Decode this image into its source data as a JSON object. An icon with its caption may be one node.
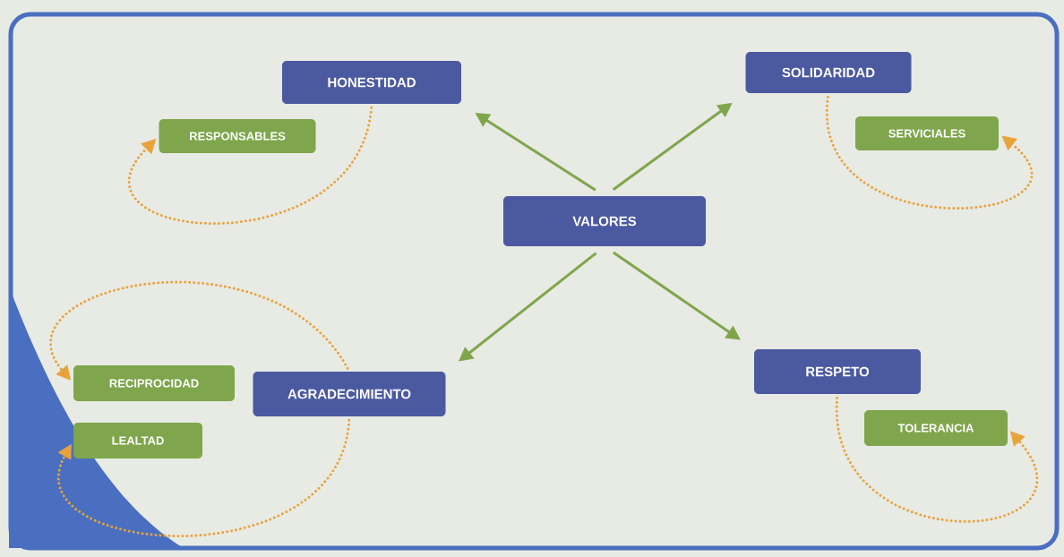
{
  "diagram": {
    "nodes": [
      {
        "text": [
          "VALORES"
        ]
      },
      {
        "text": [
          "HONESTIDAD"
        ]
      },
      {
        "text": [
          "RESPONSABLES"
        ]
      },
      {
        "text": [
          "SOLIDARIDAD"
        ]
      },
      {
        "text": [
          "SERVICIALES"
        ]
      },
      {
        "text": [
          "AGRADECIMIENTO"
        ]
      },
      {
        "text": [
          "RECIPROCIDAD"
        ]
      },
      {
        "text": [
          "LEALTAD"
        ]
      },
      {
        "text": [
          "RESPETO"
        ]
      },
      {
        "text": [
          "TOLERANCIA"
        ]
      }
    ],
    "edges": [
      {
        "from": 0,
        "to": 1,
        "arrow": "to",
        "color": "#7fa64c"
      },
      {
        "from": 0,
        "to": 3,
        "arrow": "to",
        "color": "#7fa64c"
      },
      {
        "from": 0,
        "to": 5,
        "arrow": "to",
        "color": "#7fa64c"
      },
      {
        "from": 0,
        "to": 8,
        "arrow": "to",
        "color": "#7fa64c"
      },
      {
        "from": 1,
        "to": 2,
        "arrow": "to",
        "style": "dashed"
      },
      {
        "from": 3,
        "to": 4,
        "arrow": "to",
        "style": "dashed"
      },
      {
        "from": 5,
        "to": 6,
        "arrow": "to",
        "style": "dashed"
      },
      {
        "from": 5,
        "to": 7,
        "arrow": "to",
        "style": "dashed"
      },
      {
        "from": 8,
        "to": 9,
        "arrow": "to",
        "style": "dashed"
      }
    ]
  }
}
